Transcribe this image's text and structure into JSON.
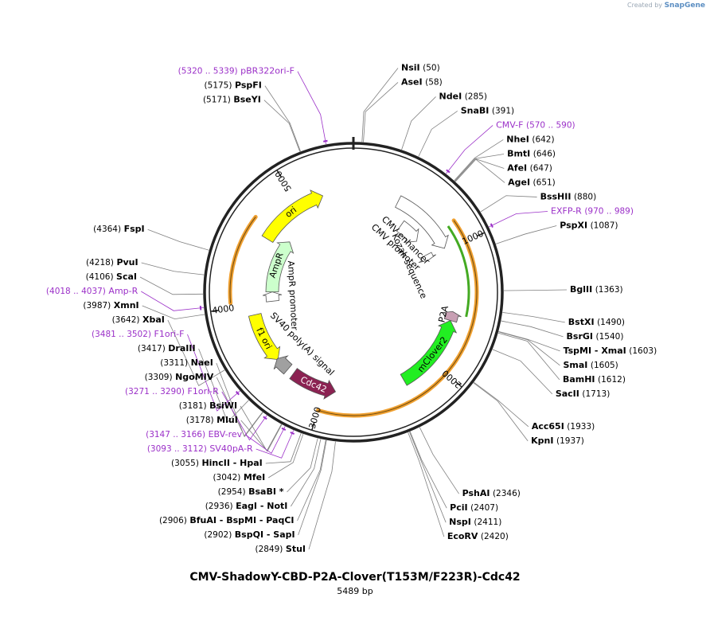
{
  "credit": {
    "prefix": "Created by",
    "brand": "SnapGene"
  },
  "plasmid": {
    "name": "CMV-ShadowY-CBD-P2A-Clover(T153M/F223R)-Cdc42",
    "length_label": "5489 bp",
    "length": 5489
  },
  "colors": {
    "backbone": "#222222",
    "primer": "#9b30c8",
    "leader": "#7f7f7f",
    "orange": "#f0a030",
    "ori": "#ffff00",
    "ampr": "#ccffcc",
    "f1ori": "#ffff00",
    "mclover2": "#22ee22",
    "cdc42": "#8b2252",
    "p2a": "#c8a0b4",
    "cmv": "#ffffff",
    "polyA": "#a0a0a0",
    "greenArc": "#44aa22"
  },
  "ticks": [
    {
      "pos": 1000,
      "label": "1000"
    },
    {
      "pos": 2000,
      "label": "2000"
    },
    {
      "pos": 3000,
      "label": "3000"
    },
    {
      "pos": 4000,
      "label": "4000"
    },
    {
      "pos": 5000,
      "label": "5000"
    }
  ],
  "features": [
    {
      "name": "ori",
      "start": 4600,
      "end": 5220,
      "dir": 1,
      "ring": 1,
      "color": "#ffff00",
      "label_mode": "arc"
    },
    {
      "name": "CMV enhancer",
      "start": 400,
      "end": 980,
      "dir": 1,
      "ring": 1,
      "color": "#ffffff",
      "label_mode": "inside"
    },
    {
      "name": "CMV promoter",
      "start": 540,
      "end": 780,
      "dir": 1,
      "ring": 2,
      "color": "#ffffff",
      "label_mode": "inside"
    },
    {
      "name": "Kozak sequence",
      "start": 960,
      "end": 1020,
      "dir": 1,
      "ring": 2,
      "color": "#ffffff",
      "label_mode": "inside"
    },
    {
      "name": "AmpR",
      "start": 4120,
      "end": 4700,
      "dir": 1,
      "ring": 2,
      "color": "#ccffcc",
      "label_mode": "arc"
    },
    {
      "name": "AmpR promoter",
      "start": 4020,
      "end": 4120,
      "dir": 1,
      "ring": 2,
      "color": "#ffffff",
      "label_mode": "inside"
    },
    {
      "name": "f1 ori",
      "start": 3480,
      "end": 3920,
      "dir": -1,
      "ring": 1,
      "color": "#ffff00",
      "label_mode": "arc"
    },
    {
      "name": "SV40 poly(A) signal",
      "start": 3360,
      "end": 3490,
      "dir": 1,
      "ring": 1,
      "color": "#a0a0a0",
      "label_mode": "inside"
    },
    {
      "name": "Cdc42",
      "start": 2900,
      "end": 3300,
      "dir": -1,
      "ring": 1,
      "color": "#8b2252",
      "label_mode": "arc"
    },
    {
      "name": "mClover2",
      "start": 1620,
      "end": 2290,
      "dir": -1,
      "ring": 1,
      "color": "#22ee22",
      "label_mode": "arc"
    },
    {
      "name": "P2A",
      "start": 1540,
      "end": 1620,
      "dir": -1,
      "ring": 1,
      "color": "#c8a0b4",
      "label_mode": "inside"
    }
  ],
  "sites": [
    {
      "pos": 50,
      "name": "NsiI",
      "coord": "(50)"
    },
    {
      "pos": 58,
      "name": "AseI",
      "coord": "(58)"
    },
    {
      "pos": 285,
      "name": "NdeI",
      "coord": "(285)"
    },
    {
      "pos": 391,
      "name": "SnaBI",
      "coord": "(391)"
    },
    {
      "pos": 642,
      "name": "NheI",
      "coord": "(642)"
    },
    {
      "pos": 646,
      "name": "BmtI",
      "coord": "(646)"
    },
    {
      "pos": 647,
      "name": "AfeI",
      "coord": "(647)"
    },
    {
      "pos": 651,
      "name": "AgeI",
      "coord": "(651)"
    },
    {
      "pos": 880,
      "name": "BssHII",
      "coord": "(880)"
    },
    {
      "pos": 1087,
      "name": "PspXI",
      "coord": "(1087)"
    },
    {
      "pos": 1363,
      "name": "BglII",
      "coord": "(1363)"
    },
    {
      "pos": 1490,
      "name": "BstXI",
      "coord": "(1490)"
    },
    {
      "pos": 1540,
      "name": "BsrGI",
      "coord": "(1540)"
    },
    {
      "pos": 1603,
      "name": "TspMI - XmaI",
      "coord": "(1603)"
    },
    {
      "pos": 1605,
      "name": "SmaI",
      "coord": "(1605)"
    },
    {
      "pos": 1612,
      "name": "BamHI",
      "coord": "(1612)"
    },
    {
      "pos": 1713,
      "name": "SacII",
      "coord": "(1713)"
    },
    {
      "pos": 1933,
      "name": "Acc65I",
      "coord": "(1933)"
    },
    {
      "pos": 1937,
      "name": "KpnI",
      "coord": "(1937)"
    },
    {
      "pos": 2346,
      "name": "PshAI",
      "coord": "(2346)"
    },
    {
      "pos": 2407,
      "name": "PciI",
      "coord": "(2407)"
    },
    {
      "pos": 2411,
      "name": "NspI",
      "coord": "(2411)"
    },
    {
      "pos": 2420,
      "name": "EcoRV",
      "coord": "(2420)"
    },
    {
      "pos": 2849,
      "name": "StuI",
      "coord": "(2849)"
    },
    {
      "pos": 2902,
      "name": "BspQI - SapI",
      "coord": "(2902)"
    },
    {
      "pos": 2906,
      "name": "BfuAI - BspMI - PaqCI",
      "coord": "(2906)"
    },
    {
      "pos": 2936,
      "name": "EagI - NotI",
      "coord": "(2936)"
    },
    {
      "pos": 2954,
      "name": "BsaBI *",
      "coord": "(2954)"
    },
    {
      "pos": 3042,
      "name": "MfeI",
      "coord": "(3042)"
    },
    {
      "pos": 3055,
      "name": "HincII - HpaI",
      "coord": "(3055)"
    },
    {
      "pos": 3178,
      "name": "MluI",
      "coord": "(3178)"
    },
    {
      "pos": 3181,
      "name": "BsiWI",
      "coord": "(3181)"
    },
    {
      "pos": 3309,
      "name": "NgoMIV",
      "coord": "(3309)"
    },
    {
      "pos": 3311,
      "name": "NaeI",
      "coord": "(3311)"
    },
    {
      "pos": 3417,
      "name": "DraIII",
      "coord": "(3417)"
    },
    {
      "pos": 3642,
      "name": "XbaI",
      "coord": "(3642)"
    },
    {
      "pos": 3987,
      "name": "XmnI",
      "coord": "(3987)"
    },
    {
      "pos": 4106,
      "name": "ScaI",
      "coord": "(4106)"
    },
    {
      "pos": 4218,
      "name": "PvuI",
      "coord": "(4218)"
    },
    {
      "pos": 4364,
      "name": "FspI",
      "coord": "(4364)"
    },
    {
      "pos": 5171,
      "name": "BseYI",
      "coord": "(5171)"
    },
    {
      "pos": 5175,
      "name": "PspFI",
      "coord": "(5175)"
    }
  ],
  "primers": [
    {
      "pos": 580,
      "name": "CMV-F",
      "coord": "(570 .. 590)"
    },
    {
      "pos": 980,
      "name": "EXFP-R",
      "coord": "(970 .. 989)"
    },
    {
      "pos": 3102,
      "name": "SV40pA-R",
      "coord": "(3093 .. 3112)"
    },
    {
      "pos": 3156,
      "name": "EBV-rev",
      "coord": "(3147 .. 3166)"
    },
    {
      "pos": 3280,
      "name": "F1ori-R",
      "coord": "(3271 .. 3290)"
    },
    {
      "pos": 3491,
      "name": "F1ori-F",
      "coord": "(3481 .. 3502)"
    },
    {
      "pos": 4027,
      "name": "Amp-R",
      "coord": "(4018 .. 4037)"
    },
    {
      "pos": 5329,
      "name": "pBR322ori-F",
      "coord": "(5320 .. 5339)"
    }
  ]
}
